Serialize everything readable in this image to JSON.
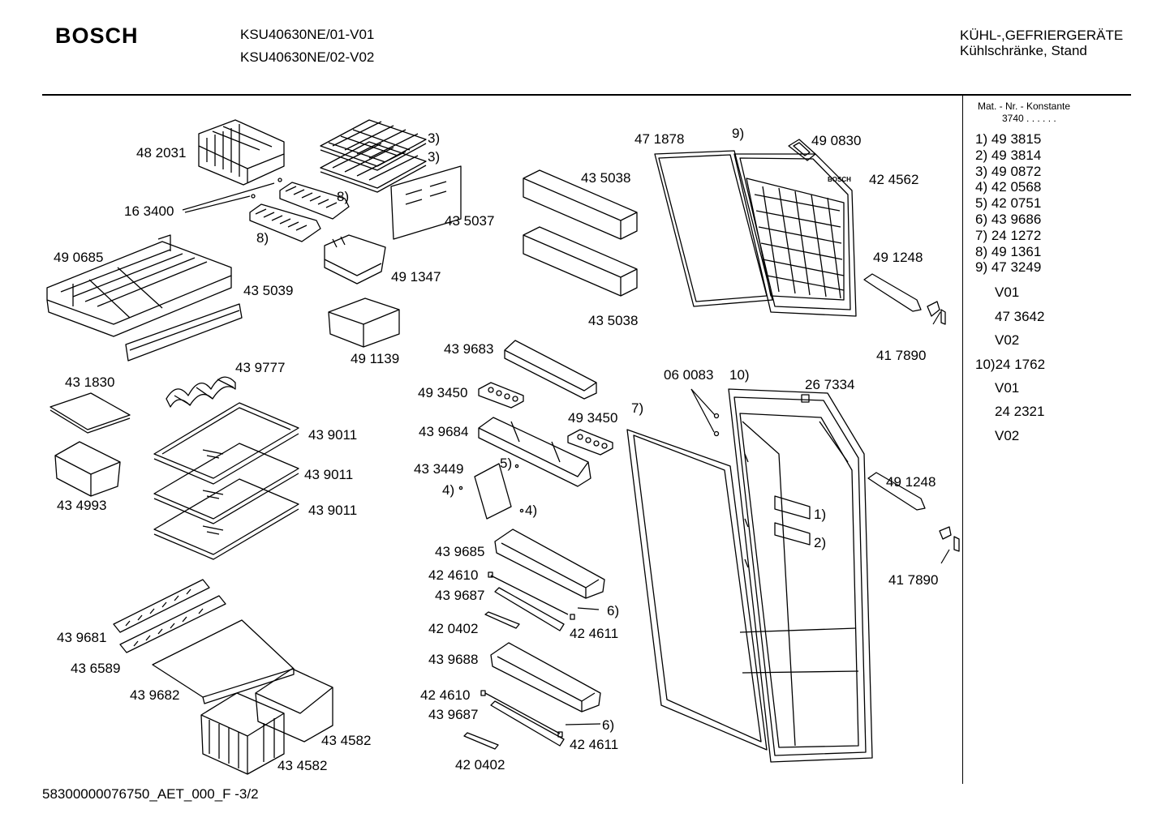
{
  "header": {
    "brand": "BOSCH",
    "model_1": "KSU40630NE/01-V01",
    "model_2": "KSU40630NE/02-V02",
    "category_1": "KÜHL-,GEFRIERGERÄTE",
    "category_2": "Kühlschränke, Stand"
  },
  "sidebar": {
    "heading": "Mat. - Nr. - Konstante",
    "constant": "3740 . .   . . . .",
    "items": [
      "1) 49 3815",
      "2) 49 3814",
      "3) 49 0872",
      "4) 42 0568",
      "5) 42 0751",
      "6) 43 9686",
      "7) 24 1272",
      "8) 49 1361",
      "9) 47 3249"
    ],
    "v01_a": "V01",
    "part_a": "47 3642",
    "v02_a": "V02",
    "item_10": "10)24 1762",
    "v01_b": "V01",
    "part_b": "24 2321",
    "v02_b": "V02"
  },
  "door_logo": "BOSCH",
  "part_labels": [
    "48 2031",
    "16 3400",
    "3)",
    "3)",
    "8)",
    "8)",
    "43 5037",
    "49 0685",
    "49 1347",
    "43 5039",
    "49 1139",
    "43 1830",
    "43 9777",
    "43 9011",
    "43 9011",
    "43 9011",
    "43 4993",
    "43 9681",
    "43 6589",
    "43 9682",
    "43 4582",
    "43 4582",
    "43 5038",
    "43 5038",
    "43 9683",
    "49 3450",
    "49 3450",
    "43 9684",
    "43 3449",
    "5)",
    "4)",
    "4)",
    "43 9685",
    "42 4610",
    "43 9687",
    "6)",
    "42 0402",
    "42 4611",
    "43 9688",
    "42 4610",
    "43 9687",
    "6)",
    "42 4611",
    "42 0402",
    "47 1878",
    "9)",
    "49 0830",
    "42 4562",
    "49 1248",
    "41 7890",
    "06 0083",
    "10)",
    "26 7334",
    "7)",
    "49 1248",
    "41 7890",
    "1)",
    "2)"
  ],
  "footer": "58300000076750_AET_000_F   -3/2"
}
